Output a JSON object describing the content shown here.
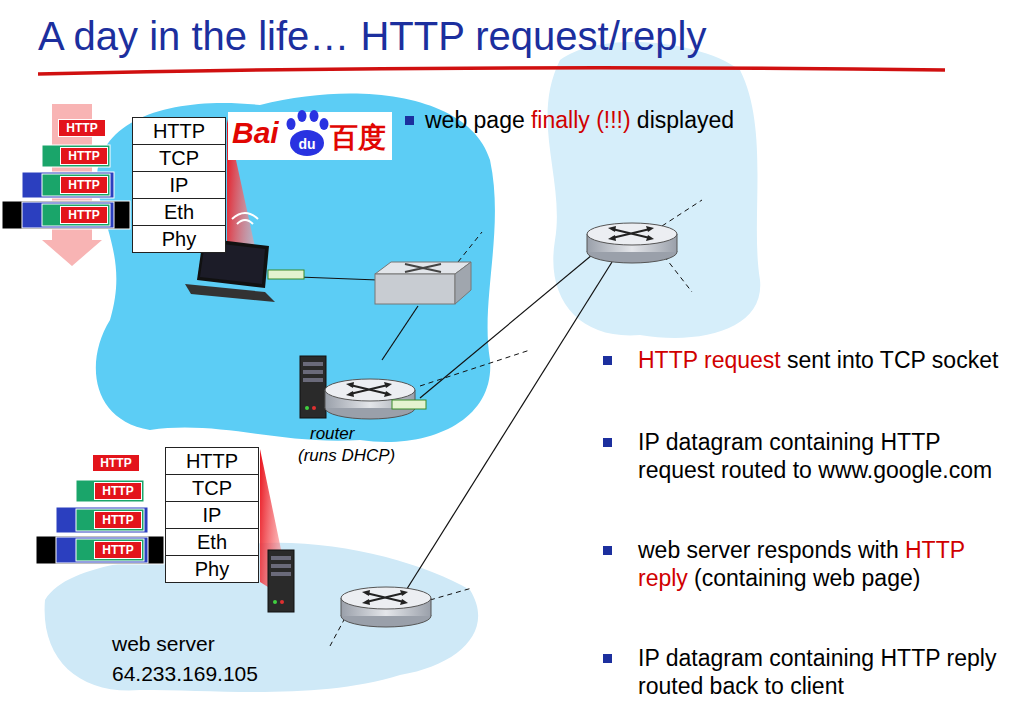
{
  "diagram": {
    "title": "A day in the life… HTTP request/reply",
    "nodes": [
      {
        "text": [
          "HTTP"
        ]
      },
      {
        "text": [
          "HTTP"
        ]
      },
      {
        "text": [
          "HTTP"
        ]
      },
      {
        "text": [
          "HTTP"
        ]
      },
      {
        "text": [
          "HTTP"
        ]
      },
      {
        "text": [
          "TCP"
        ]
      },
      {
        "text": [
          "IP"
        ]
      },
      {
        "text": [
          "Eth"
        ]
      },
      {
        "text": [
          "Phy"
        ]
      },
      {
        "text": [
          "HTTP"
        ]
      },
      {
        "text": [
          "HTTP"
        ]
      },
      {
        "text": [
          "HTTP"
        ]
      },
      {
        "text": [
          "HTTP"
        ]
      },
      {
        "text": [
          "HTTP"
        ]
      },
      {
        "text": [
          "TCP"
        ]
      },
      {
        "text": [
          "IP"
        ]
      },
      {
        "text": [
          "Eth"
        ]
      },
      {
        "text": [
          "Phy"
        ]
      }
    ],
    "labels": [
      "Bai",
      "du",
      "百度",
      "web page",
      "finally (!!!)",
      "displayed",
      "router",
      "(runs DHCP)",
      "HTTP request",
      "sent into TCP socket",
      "IP datagram containing HTTP request routed to www.google.com",
      "web server responds with",
      "HTTP reply",
      "(containing web page)",
      "IP datagram containing HTTP reply routed back to client",
      "web server",
      "64.233.169.105"
    ]
  }
}
